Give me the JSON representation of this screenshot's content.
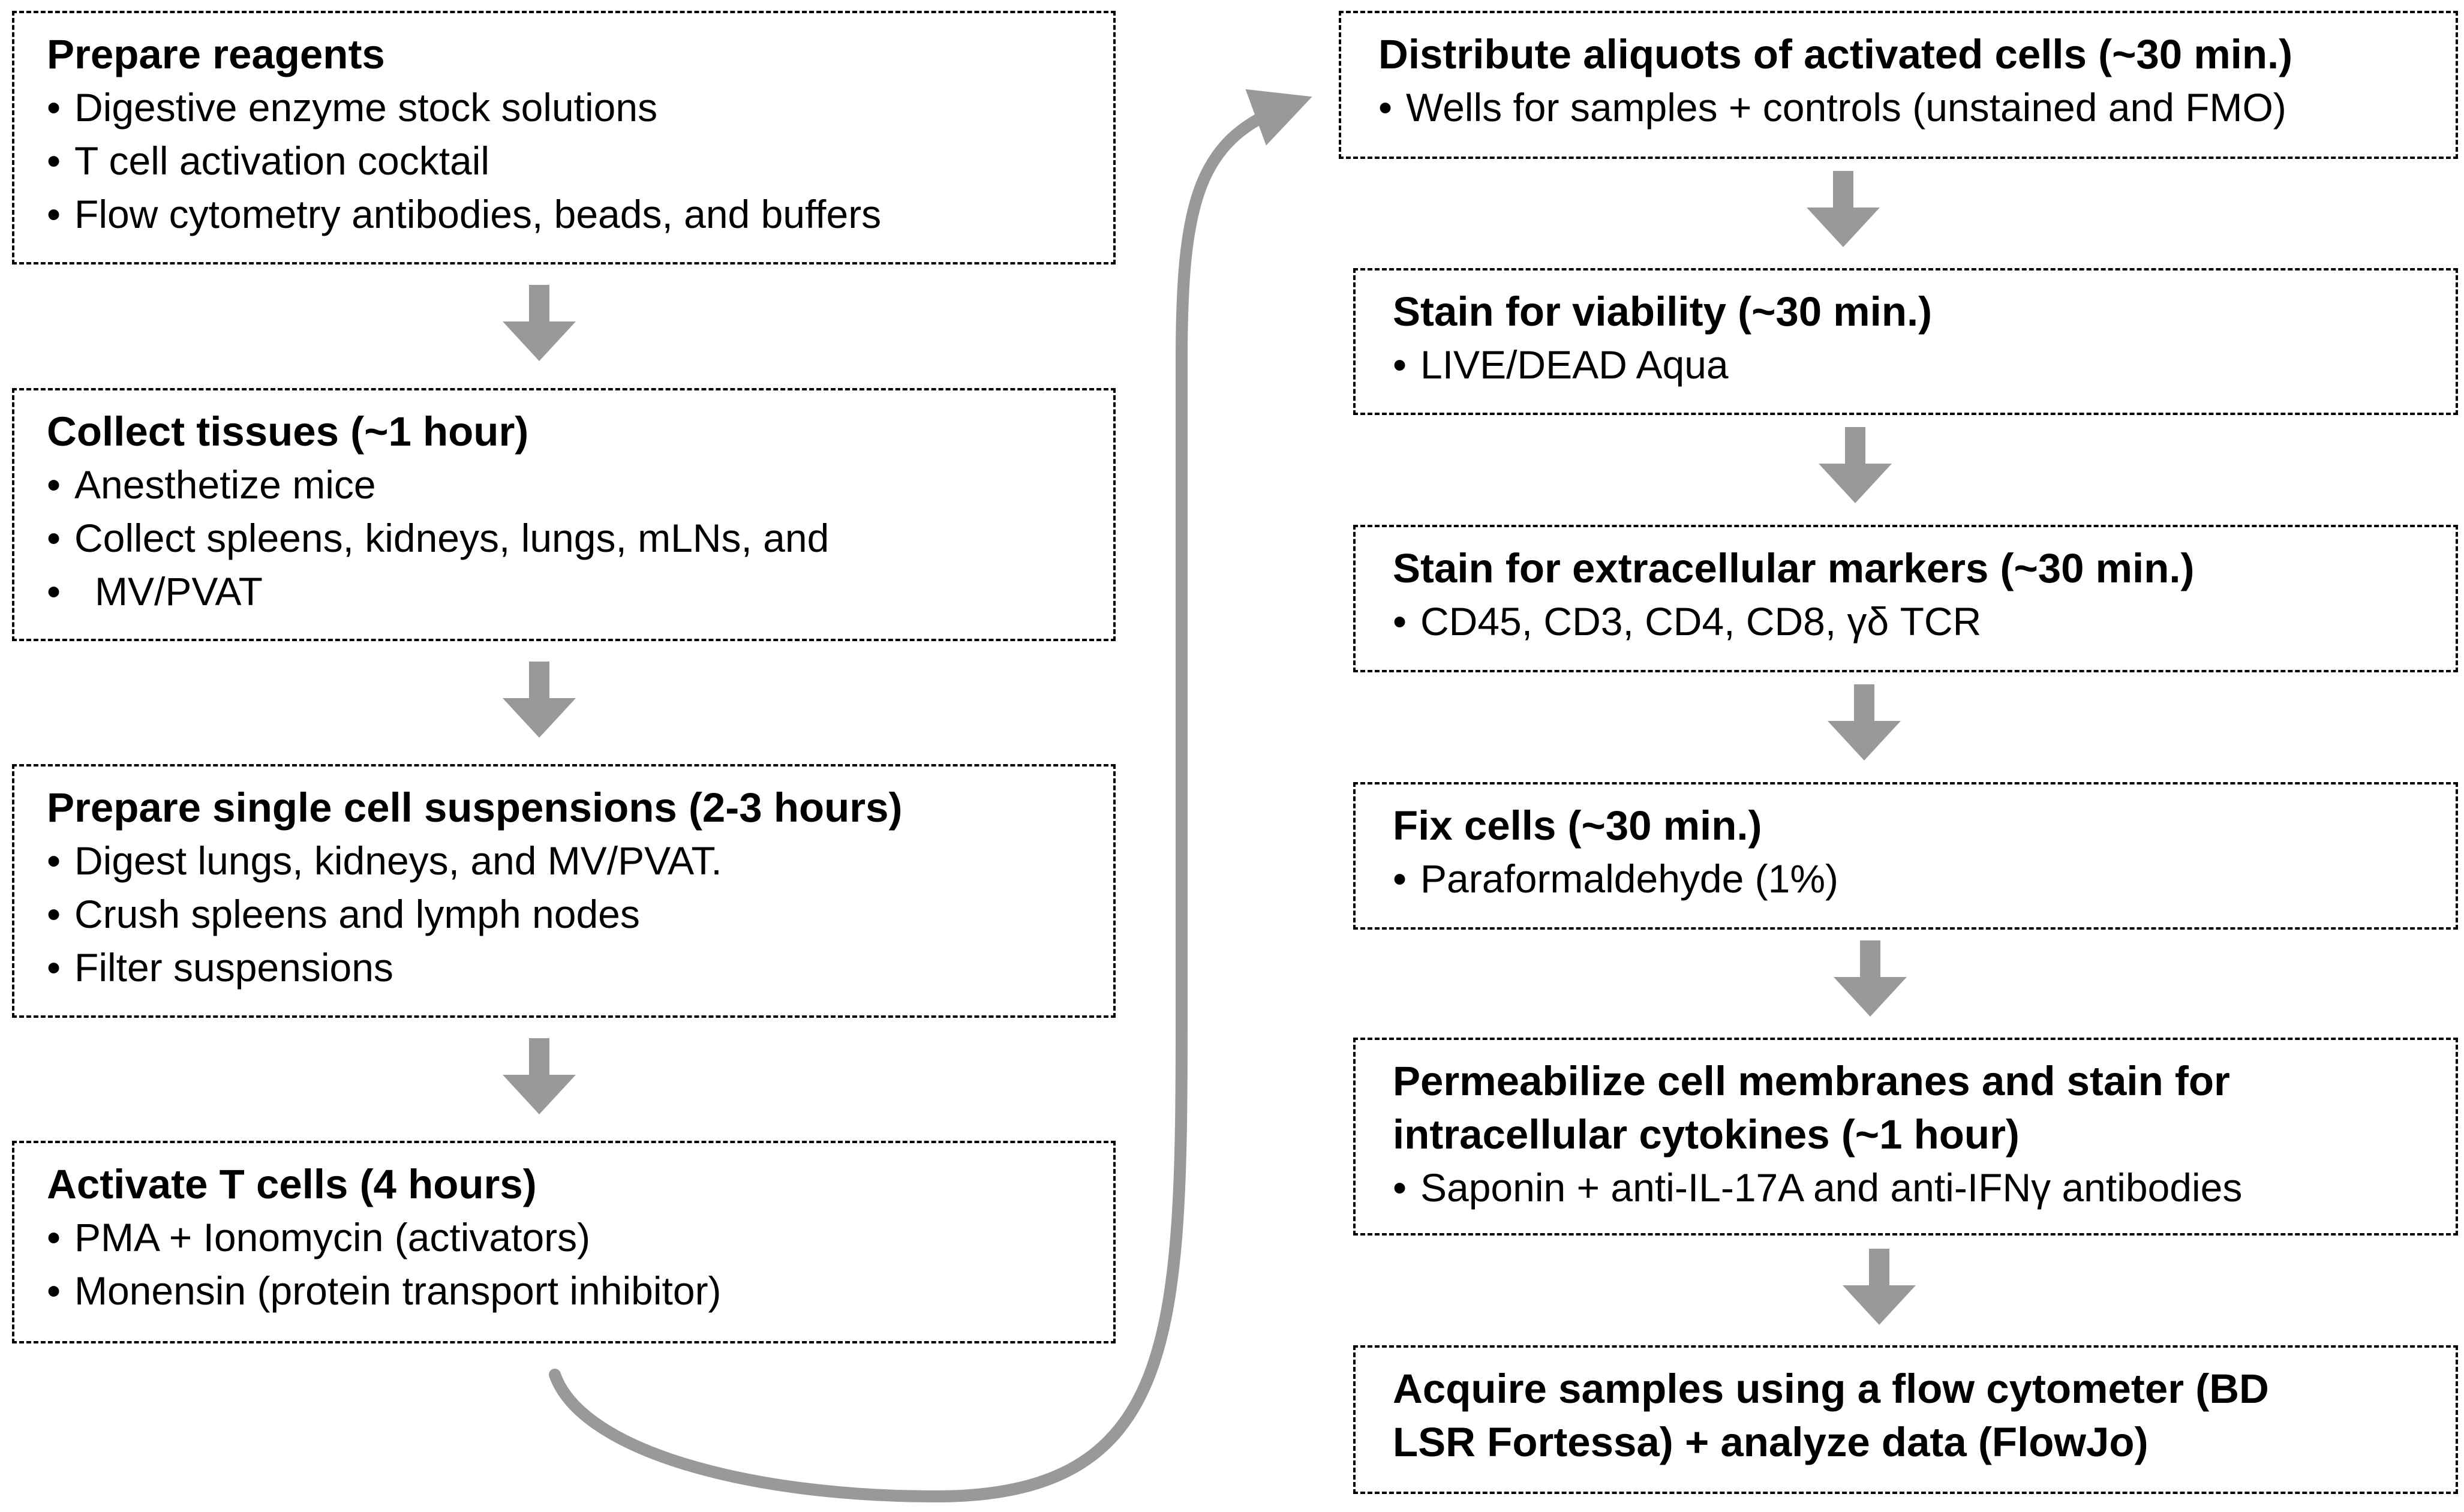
{
  "left_steps": [
    {
      "title": "Prepare reagents",
      "bullets": [
        "Digestive enzyme stock solutions",
        "T cell activation cocktail",
        "Flow cytometry antibodies, beads, and buffers"
      ]
    },
    {
      "title": "Collect tissues (~1 hour)",
      "bullets": [
        "Anesthetize mice",
        "Collect spleens, kidneys, lungs, mLNs, and",
        "MV/PVAT"
      ]
    },
    {
      "title": "Prepare single cell suspensions (2-3 hours)",
      "bullets": [
        "Digest lungs, kidneys, and MV/PVAT.",
        "Crush spleens and lymph nodes",
        "Filter suspensions"
      ]
    },
    {
      "title": "Activate T cells (4 hours)",
      "bullets": [
        "PMA + Ionomycin (activators)",
        "Monensin (protein transport inhibitor)"
      ]
    }
  ],
  "right_steps": [
    {
      "title": "Distribute aliquots of activated cells (~30 min.)",
      "bullets": [
        "Wells for samples + controls (unstained and FMO)"
      ]
    },
    {
      "title": "Stain for viability (~30 min.)",
      "bullets": [
        "LIVE/DEAD Aqua"
      ]
    },
    {
      "title": "Stain for extracellular markers (~30 min.)",
      "bullets": [
        "CD45, CD3, CD4, CD8, γδ TCR"
      ]
    },
    {
      "title": "Fix cells (~30 min.)",
      "bullets": [
        "Paraformaldehyde  (1%)"
      ]
    },
    {
      "title_lines": [
        "Permeabilize cell membranes and stain for",
        "intracellular cytokines (~1 hour)"
      ],
      "bullets": [
        "Saponin + anti-IL-17A and anti-IFNγ antibodies"
      ]
    },
    {
      "title_lines": [
        "Acquire samples using a flow cytometer (BD",
        "LSR Fortessa) + analyze data (FlowJo)"
      ],
      "bullets": []
    }
  ],
  "colors": {
    "arrow": "#999999",
    "border": "#000000"
  }
}
